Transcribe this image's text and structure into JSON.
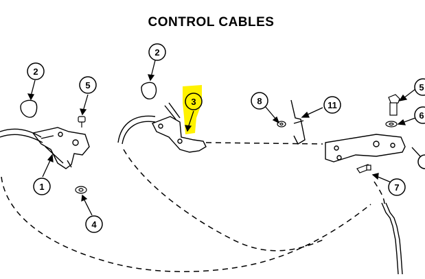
{
  "title": "CONTROL CABLES",
  "callouts": {
    "c1": "1",
    "c2a": "2",
    "c2b": "2",
    "c3": "3",
    "c4": "4",
    "c5a": "5",
    "c5b": "5",
    "c6": "6",
    "c7": "7",
    "c8": "8",
    "c11": "11"
  },
  "highlight": {
    "color": "#fff200",
    "target": "3"
  }
}
